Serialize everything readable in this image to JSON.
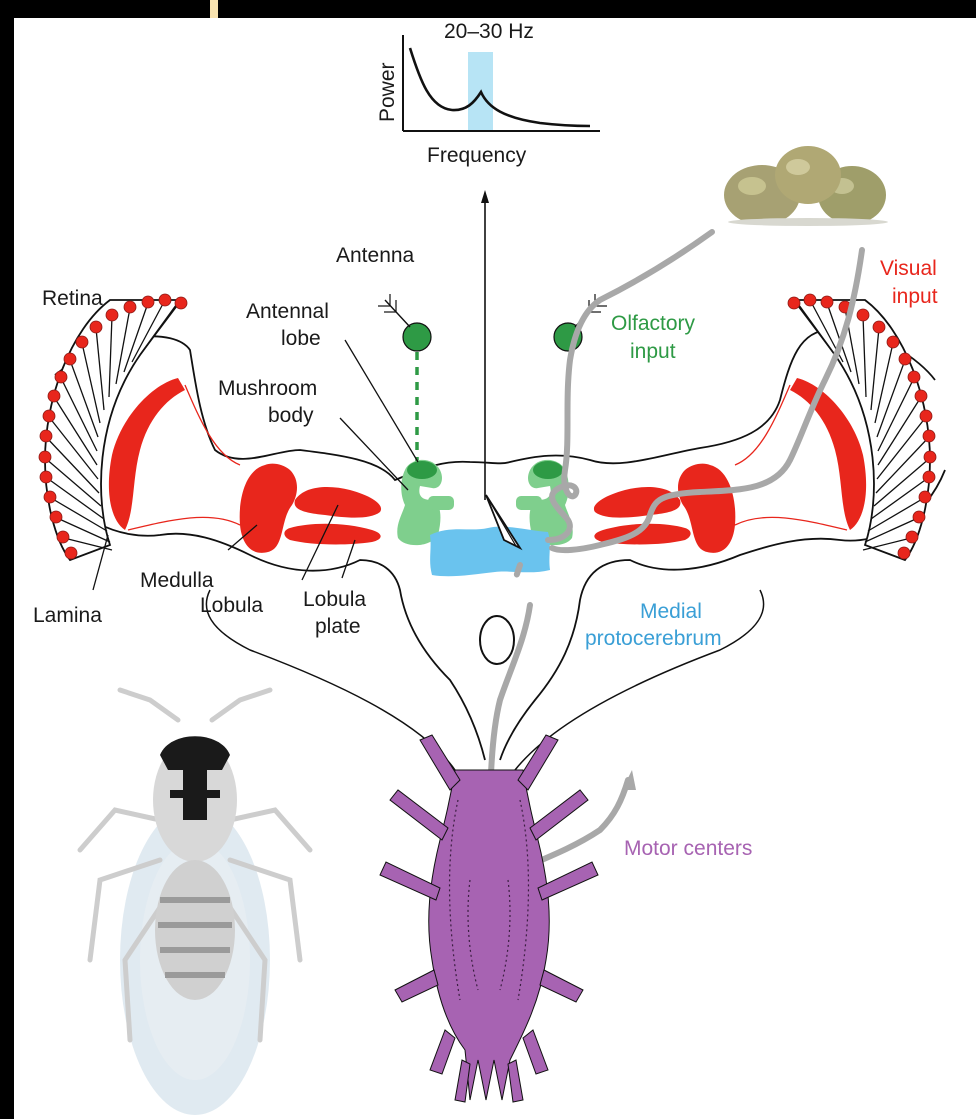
{
  "colors": {
    "visual": "#e8261c",
    "olfactory": "#2e9a45",
    "medial": "#3a9fd6",
    "motor": "#a763b2",
    "band": "#b7e4f5",
    "gray_path": "#a8a8a8",
    "antennal_lobe": "#7fcf8d"
  },
  "plot": {
    "band_label": "20–30 Hz",
    "ylabel": "Power",
    "xlabel": "Frequency"
  },
  "labels": {
    "antenna": "Antenna",
    "retina": "Retina",
    "antennal_lobe_line1": "Antennal",
    "antennal_lobe_line2": "lobe",
    "mushroom_line1": "Mushroom",
    "mushroom_line2": "body",
    "medulla": "Medulla",
    "lamina": "Lamina",
    "lobula": "Lobula",
    "lobula_plate_line1": "Lobula",
    "lobula_plate_line2": "plate",
    "olfactory_line1": "Olfactory",
    "olfactory_line2": "input",
    "visual_line1": "Visual",
    "visual_line2": "input",
    "medial_line1": "Medial",
    "medial_line2": "protocerebrum",
    "motor": "Motor centers"
  },
  "icons": {
    "apples": "apples-photo",
    "fly": "fruit-fly-illustration",
    "electrode": "recording-electrode-icon"
  }
}
